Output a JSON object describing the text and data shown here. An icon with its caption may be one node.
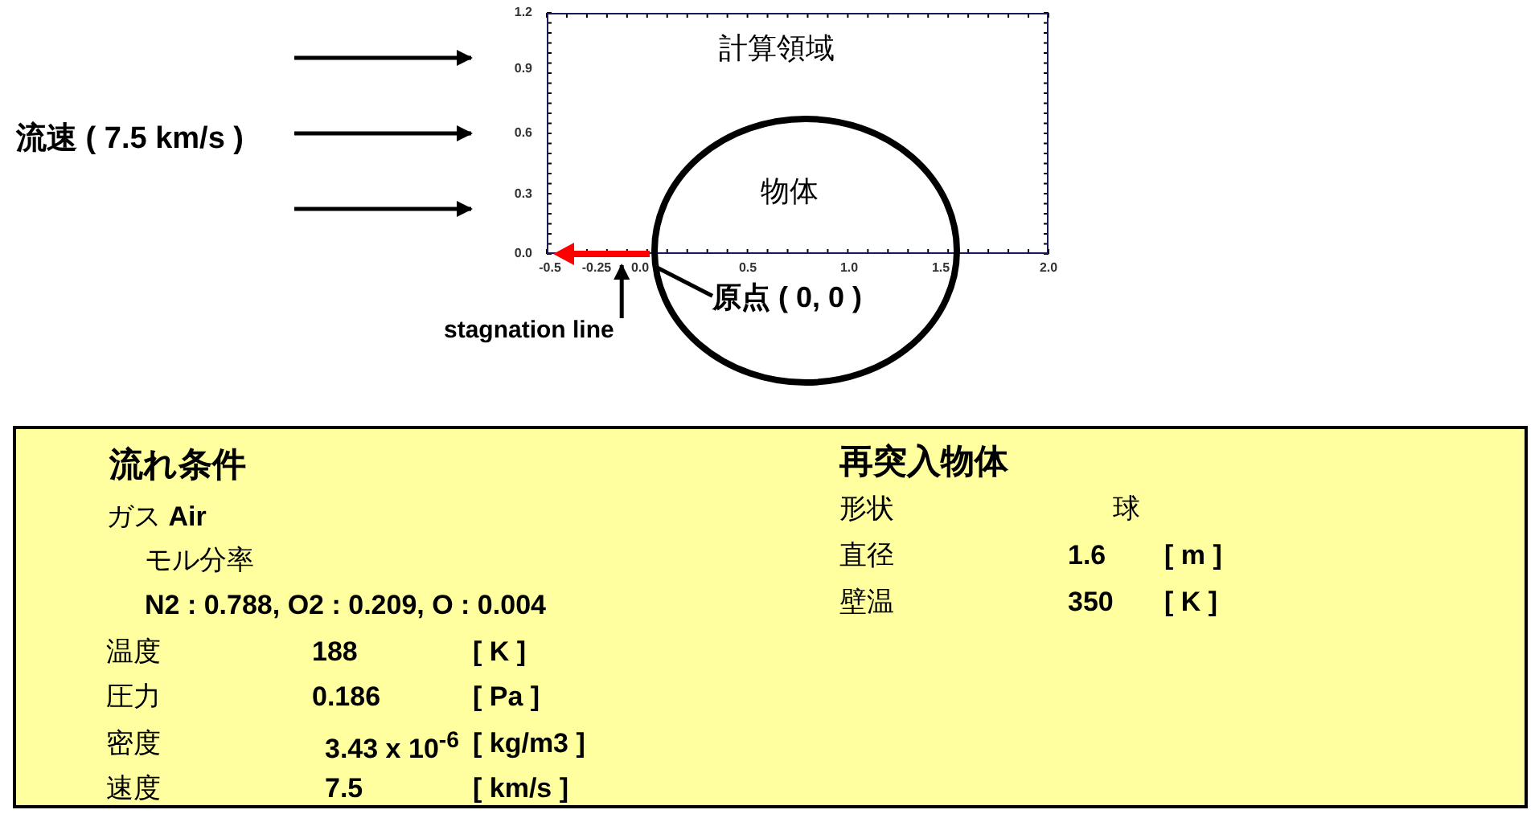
{
  "diagram": {
    "nodes": [
      {
        "text": [
          "計算領域"
        ]
      },
      {
        "text": [
          "物体"
        ]
      },
      {
        "text": [
          "原点 ( 0, 0 )"
        ],
        "in": 1
      },
      {
        "text": [
          "stagnation line"
        ]
      },
      {
        "text": [
          "流れ条件",
          "ガス **Air**",
          "モル分率",
          "N2 : 0.788,  O2 : 0.209, O : 0.004",
          "温度",
          "188",
          "[ K ]",
          "圧力",
          "0.186",
          "[ Pa ]",
          "密度",
          "3.43 x 10$^{-6}$",
          "[ kg/m3 ]",
          "速度",
          "7.5",
          "[ km/s ]",
          "再突入物体",
          "形状",
          "球",
          "直径",
          "1.6",
          "[ m ]",
          "壁温",
          "350",
          "[ K ]"
        ]
      },
      {
        "text": [],
        "shape": "arrow"
      }
    ],
    "edges": [
      {
        "from": 2,
        "to": 1,
        "arrow": "none"
      },
      {
        "from": 3,
        "to": 5,
        "arrow": "to"
      }
    ],
    "labels": [
      "1.2",
      "0.9",
      "0.6",
      "0.3",
      "0.0",
      "-0.5",
      "-0.25",
      "0.0",
      "0.5",
      "1.0",
      "1.5",
      "2.0",
      "流速 ( 7.5 km/s )"
    ]
  }
}
